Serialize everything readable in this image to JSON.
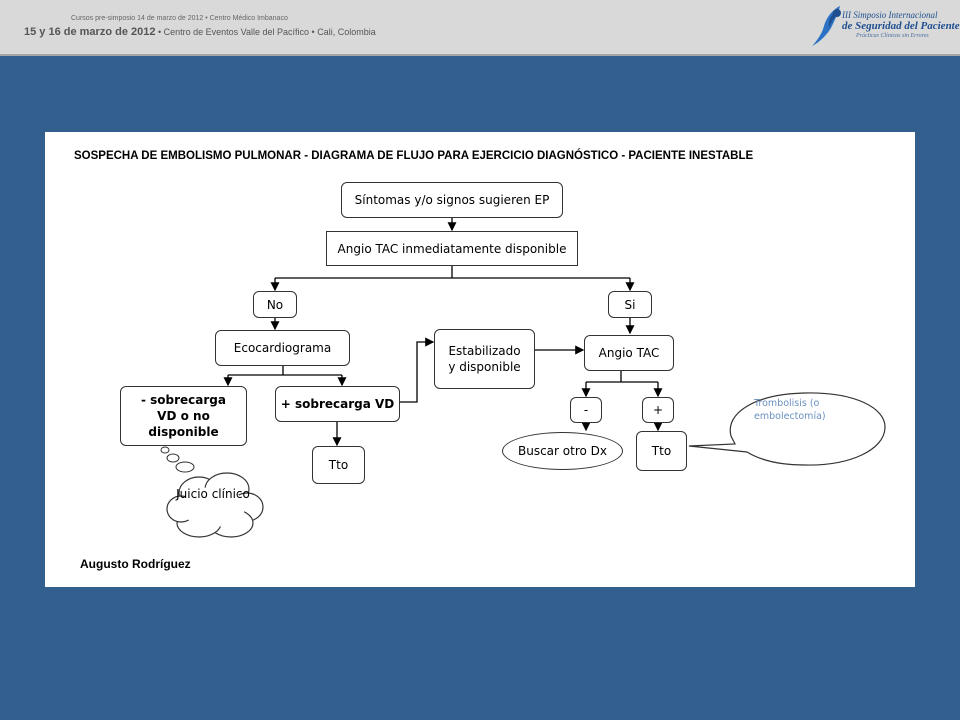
{
  "header": {
    "line1": "Cursos pre-simposio 14 de marzo de 2012 • Centro Médico Imbanaco",
    "line2_date": "15 y 16 de marzo de 2012",
    "line2_rest": " • Centro de Eventos Valle del Pacífico • Cali, Colombia",
    "logo_line1": "III Simposio Internacional",
    "logo_line2": "de Seguridad del Paciente",
    "logo_line3": "Prácticas Clínicas sin Errores"
  },
  "diagram": {
    "title": "SOSPECHA DE EMBOLISMO PULMONAR - DIAGRAMA DE FLUJO PARA EJERCICIO DIAGNÓSTICO - PACIENTE INESTABLE",
    "author": "Augusto Rodríguez",
    "nodes": {
      "sintomas": "Síntomas y/o signos sugieren EP",
      "angio_disponible": "Angio TAC inmediatamente disponible",
      "no": "No",
      "si": "Si",
      "eco": "Ecocardiograma",
      "estabilizado": "Estabilizado y disponible",
      "angio_tac": "Angio TAC",
      "menos_sobrecarga": "- sobrecarga VD o no disponible",
      "mas_sobrecarga": "+ sobrecarga VD",
      "tto_left": "Tto",
      "minus": "-",
      "plus": "+",
      "buscar": "Buscar otro Dx",
      "tto_right": "Tto",
      "juicio": "Juicio clínico",
      "trombolisis": "Trombolisis (o embolectomía)"
    }
  },
  "colors": {
    "background": "#335f8f",
    "header": "#d9d9d9",
    "panel": "#ffffff",
    "note_text": "#6a90c0"
  }
}
